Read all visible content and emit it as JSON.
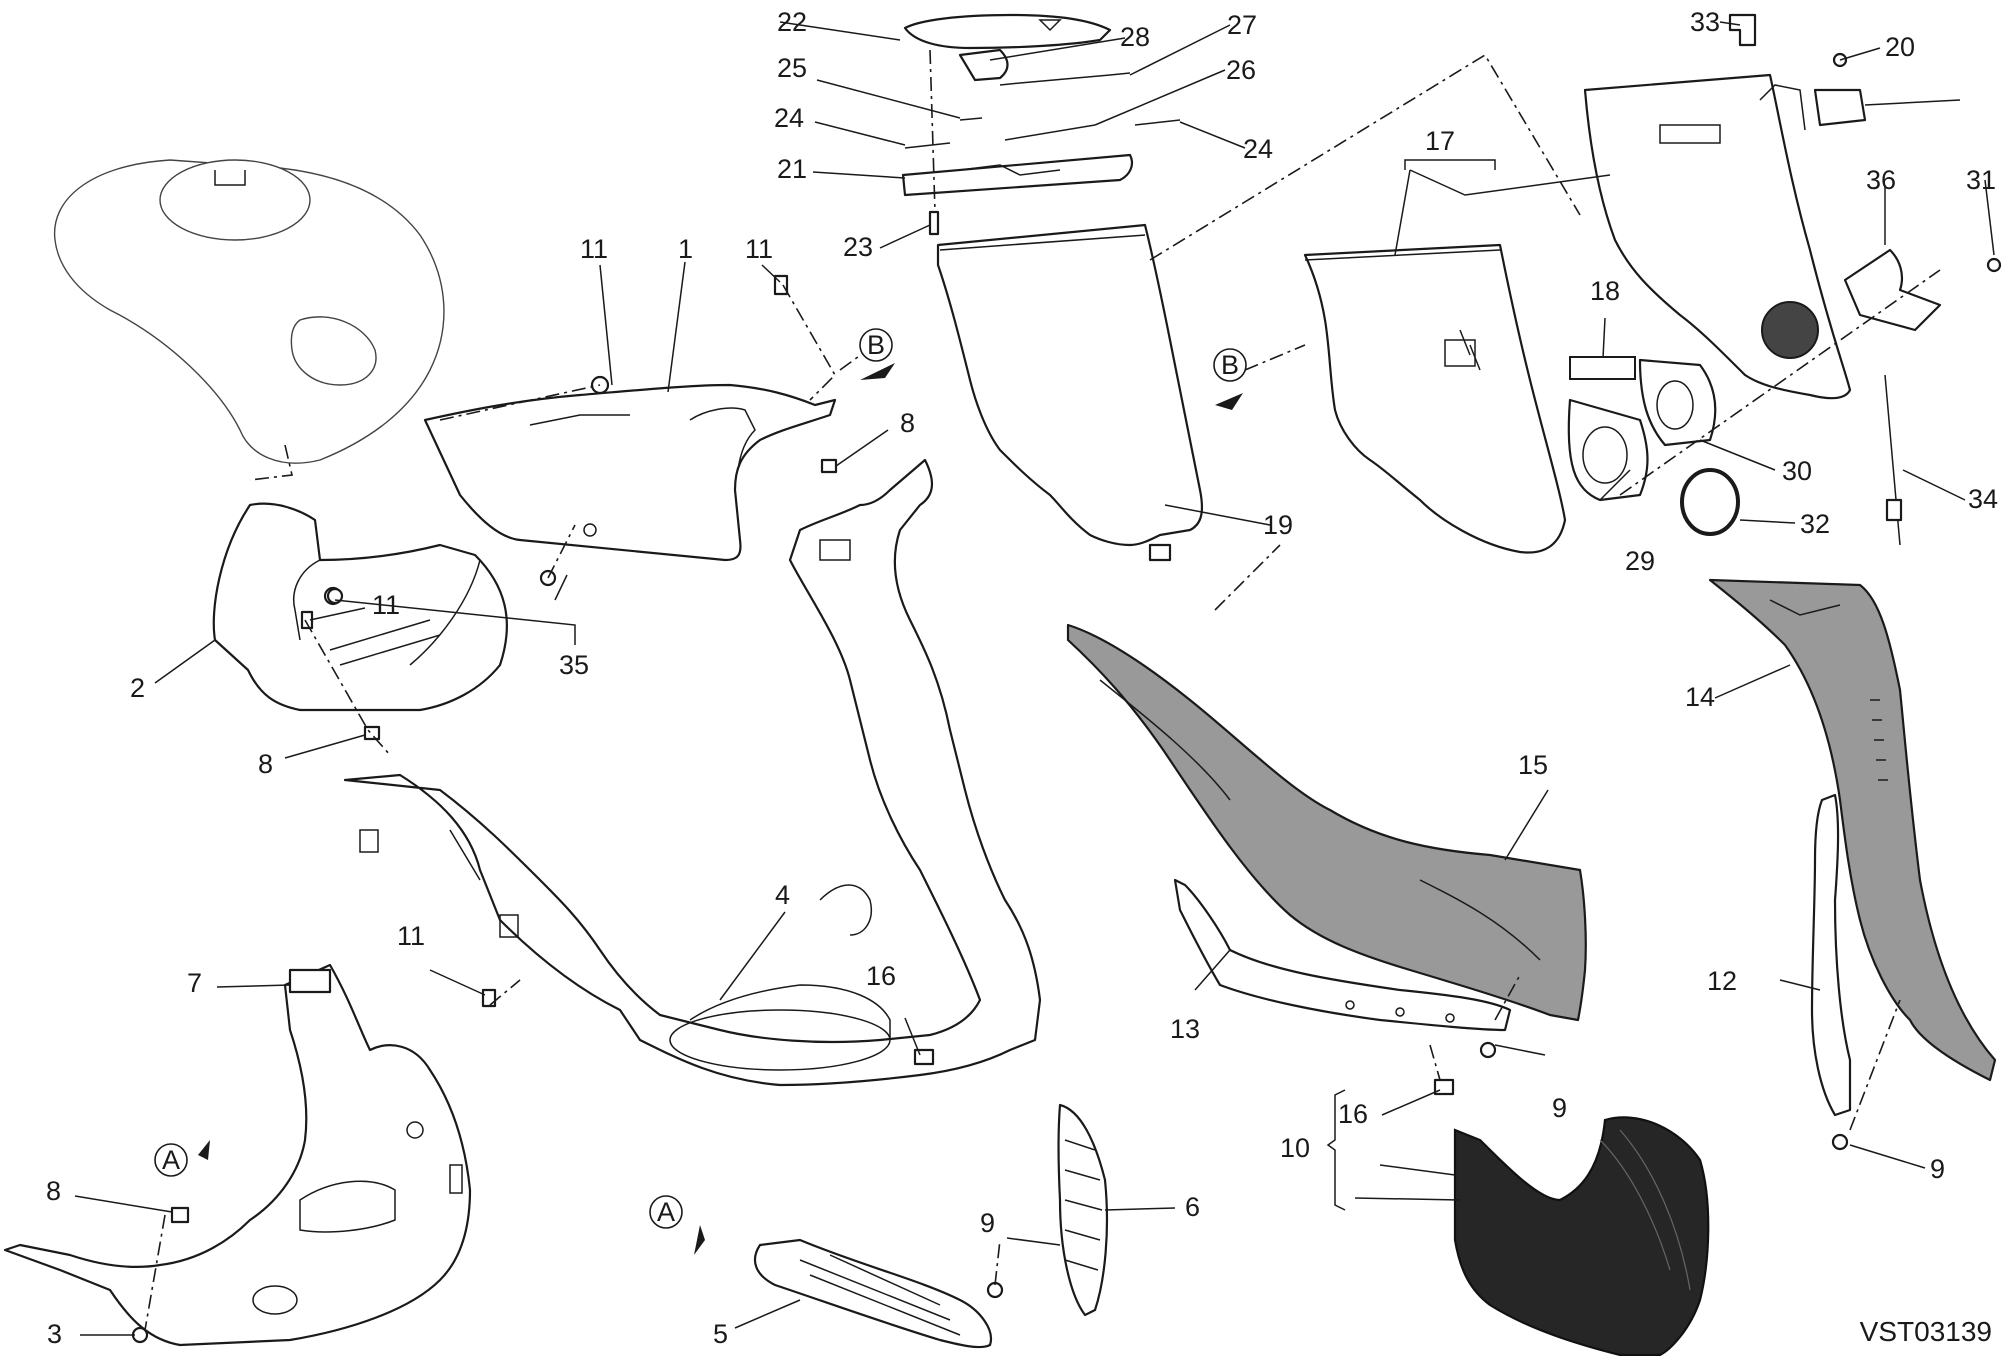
{
  "diagram_code": "VST03139",
  "arrow_markers": [
    "A",
    "B"
  ],
  "callouts": [
    "1",
    "2",
    "3",
    "4",
    "5",
    "6",
    "7",
    "8",
    "8",
    "8",
    "8",
    "9",
    "9",
    "9",
    "10",
    "11",
    "11",
    "11",
    "11",
    "11",
    "12",
    "13",
    "14",
    "15",
    "16",
    "16",
    "17",
    "18",
    "19",
    "20",
    "21",
    "22",
    "23",
    "24",
    "24",
    "25",
    "26",
    "27",
    "28",
    "29",
    "30",
    "31",
    "32",
    "33",
    "34",
    "35",
    "36"
  ],
  "colors": {
    "line": "#1a1a1a",
    "grey_panel": "#999999",
    "dark_panel": "#262626",
    "background": "#ffffff"
  }
}
